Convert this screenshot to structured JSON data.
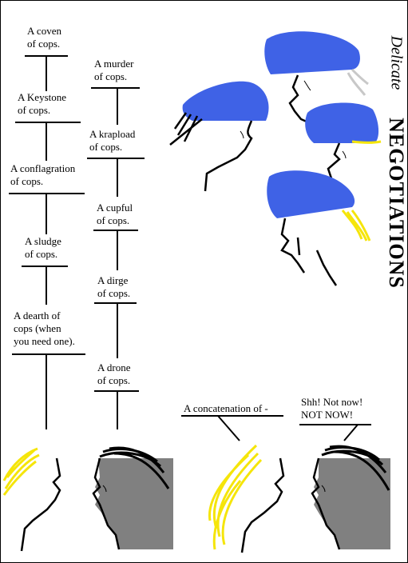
{
  "side_title": {
    "script": "Delicate",
    "main": "NEGOTIATIONS"
  },
  "left_column": [
    {
      "lines": [
        "A coven",
        "of cops."
      ]
    },
    {
      "lines": [
        "A Keystone",
        "of cops."
      ]
    },
    {
      "lines": [
        "A conflagration",
        "of cops."
      ]
    },
    {
      "lines": [
        "A sludge",
        "of cops."
      ]
    },
    {
      "lines": [
        "A dearth of",
        "cops (when",
        "you need one)."
      ]
    }
  ],
  "middle_column": [
    {
      "lines": [
        "A murder",
        "of cops."
      ]
    },
    {
      "lines": [
        "A krapload",
        "of cops."
      ]
    },
    {
      "lines": [
        "A cupful",
        "of cops."
      ]
    },
    {
      "lines": [
        "A dirge",
        "of cops."
      ]
    },
    {
      "lines": [
        "A drone",
        "of cops."
      ]
    }
  ],
  "bottom_right": {
    "speech1": "A concatenation of -",
    "speech2": [
      "Shh! Not now!",
      "NOT NOW!"
    ]
  },
  "colors": {
    "cap_blue": "#3f62e6",
    "hair_yellow": "#f5e50a",
    "face_gray": "#808080",
    "hair_gray": "#c8c8c8"
  }
}
